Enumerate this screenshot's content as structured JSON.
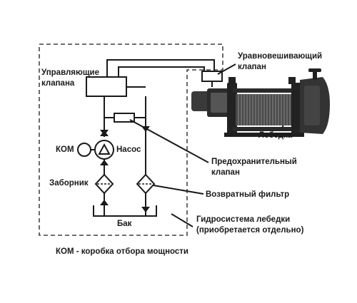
{
  "labels": {
    "control_valves": [
      "Управляющие",
      "клапана"
    ],
    "balancing_valve": [
      "Уравновешивающий",
      "клапан"
    ],
    "winch": "Лебедка",
    "kom": "КОМ",
    "pump": "Насос",
    "relief_valve": [
      "Предохранительный",
      "клапан"
    ],
    "intake": "Заборник",
    "return_filter": "Возвратный фильтр",
    "tank": "Бак",
    "winch_hydraulics": [
      "Гидросистема лебедки",
      "(приобретается отдельно)"
    ],
    "footnote": "КОМ - коробка отбора мощности"
  },
  "colors": {
    "line": "#1a1a1a",
    "winch_body": "#3a3a3a",
    "winch_dark": "#222222"
  }
}
